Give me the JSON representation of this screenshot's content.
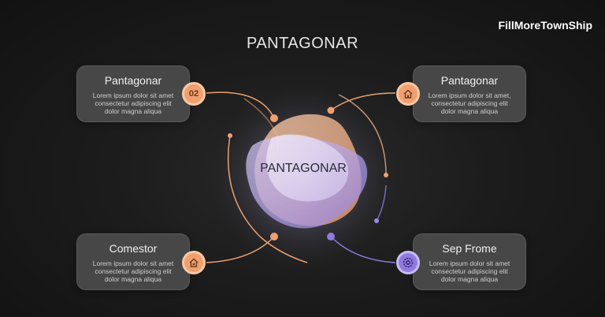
{
  "brand": "FillMoreTownShip",
  "title": "PANTAGONAR",
  "center_label": "PANTAGONAR",
  "colors": {
    "orange": "#f0a070",
    "purple": "#8f7be0",
    "card": "#474747",
    "background": "#1c1c1c"
  },
  "cards": [
    {
      "title": "Pantagonar",
      "body": "Lorem ipsum dolor sit amet consectetur adipiscing elit dolor magna aliqua",
      "badge_text": "02",
      "badge_color": "orange"
    },
    {
      "title": "Pantagonar",
      "body": "Lorem ipsum dolor sit amet, consectetur adipiscing elit dolor magna aliqua",
      "badge_icon": "home-icon",
      "badge_color": "orange"
    },
    {
      "title": "Comestor",
      "body": "Lorem ipsum dolor sit amet consectetur adipiscing elit dolor magna aliqua",
      "badge_icon": "home-icon",
      "badge_color": "orange"
    },
    {
      "title": "Sep Frome",
      "body": "Lorem ipsum dolor sit amet consectetur adipiscing elit dolor magna aliqua",
      "badge_icon": "gear-icon",
      "badge_color": "purple"
    }
  ]
}
